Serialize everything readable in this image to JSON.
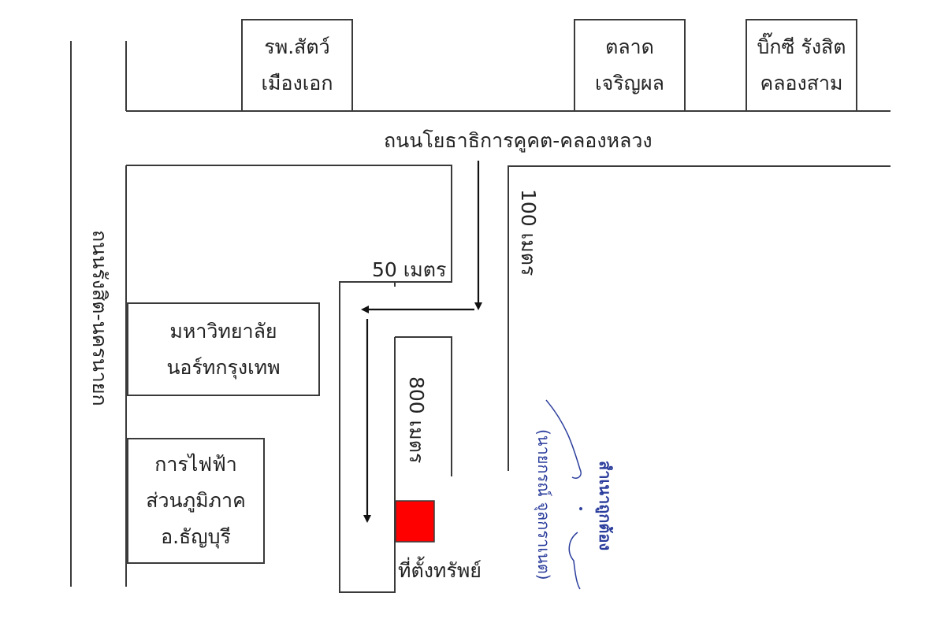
{
  "map": {
    "colors": {
      "line": "#3a3a3a",
      "arrow": "#111111",
      "property_marker": "#ff0000",
      "stamp_ink": "#2b3d9c"
    },
    "roads": {
      "main_horizontal": "ถนนโยธาธิการคูคต-คลองหลวง",
      "left_vertical": "ถนนรังสิต-นครนายก"
    },
    "landmarks_top": [
      {
        "line1": "รพ.สัตว์",
        "line2": "เมืองเอก"
      },
      {
        "line1": "ตลาด",
        "line2": "เจริญผล"
      },
      {
        "line1": "บิ๊กซี รังสิต",
        "line2": "คลองสาม"
      }
    ],
    "landmarks_left": [
      {
        "lines": [
          "มหาวิทยาลัย",
          "นอร์ทกรุงเทพ"
        ]
      },
      {
        "lines": [
          "การไฟฟ้า",
          "ส่วนภูมิภาค",
          "อ.ธัญบุรี"
        ]
      }
    ],
    "distances": {
      "d50": "50 เมตร",
      "d100": "100 เมตร",
      "d800": "800 เมตร"
    },
    "property_label": "ที่ตั้งทรัพย์",
    "stamp": {
      "signer_name": "(นายกรณ์ จุลกราเนต)",
      "title": "สำเนาถูกต้อง"
    }
  }
}
